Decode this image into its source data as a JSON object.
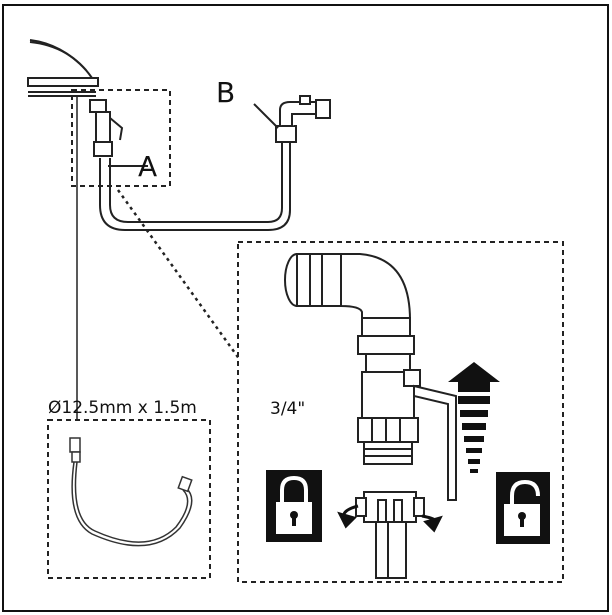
{
  "labels": {
    "a": "A",
    "b": "B",
    "hose_spec": "Ø12.5mm x 1.5m",
    "thread_size": "3/4\""
  },
  "icons": {
    "locked": "lock-closed-icon",
    "unlocked": "lock-open-icon",
    "direction": "arrow-up-icon",
    "rotation": "rotate-arrows-icon"
  },
  "colors": {
    "line": "#111111",
    "background": "#ffffff",
    "icon_fill": "#111111"
  }
}
